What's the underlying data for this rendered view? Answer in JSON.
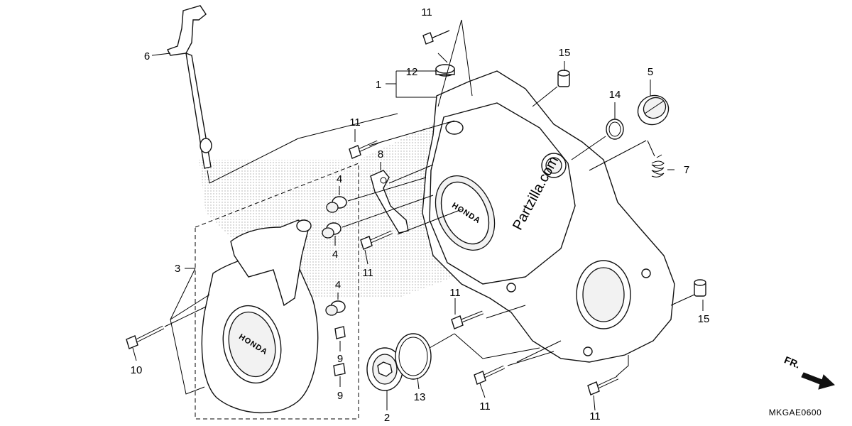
{
  "callouts": {
    "c1": "1",
    "c2": "2",
    "c3": "3",
    "c4a": "4",
    "c4b": "4",
    "c4c": "4",
    "c5": "5",
    "c6": "6",
    "c7": "7",
    "c8": "8",
    "c9a": "9",
    "c9b": "9",
    "c10": "10",
    "c11a": "11",
    "c11b": "11",
    "c11c": "11",
    "c11d": "11",
    "c11e": "11",
    "c11f": "11",
    "c12": "12",
    "c13": "13",
    "c14": "14",
    "c15a": "15",
    "c15b": "15"
  },
  "front_marker": "FR.",
  "diagram_code": "MKGAE0600",
  "watermark": "Partzilla.com",
  "cover_logo": "HONDA",
  "case_logo": "HONDA"
}
